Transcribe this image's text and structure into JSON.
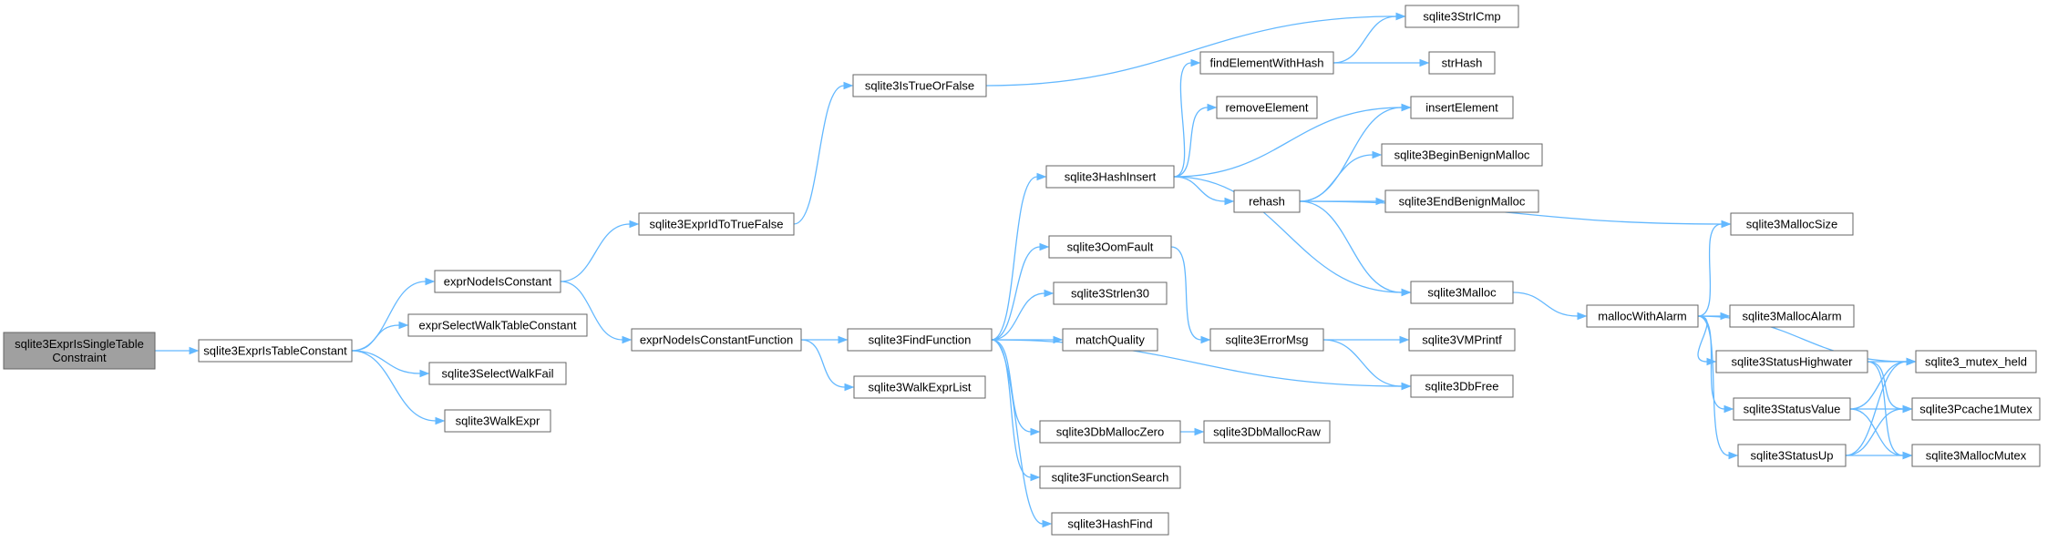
{
  "graph": {
    "root": "sqlite3ExprIsSingleTableConstraint",
    "colors": {
      "edge": "#63b8ff",
      "root_fill": "#a0a0a0",
      "node_border": "#666666"
    },
    "nodes": [
      {
        "id": "n0",
        "lines": [
          "sqlite3ExprIsSingleTable",
          "Constraint"
        ],
        "root": true
      },
      {
        "id": "n1",
        "lines": [
          "sqlite3ExprIsTableConstant"
        ]
      },
      {
        "id": "n2",
        "lines": [
          "exprNodeIsConstant"
        ]
      },
      {
        "id": "n3",
        "lines": [
          "exprSelectWalkTableConstant"
        ]
      },
      {
        "id": "n4",
        "lines": [
          "sqlite3SelectWalkFail"
        ]
      },
      {
        "id": "n5",
        "lines": [
          "sqlite3WalkExpr"
        ]
      },
      {
        "id": "n6",
        "lines": [
          "sqlite3ExprIdToTrueFalse"
        ]
      },
      {
        "id": "n7",
        "lines": [
          "exprNodeIsConstantFunction"
        ]
      },
      {
        "id": "n8",
        "lines": [
          "sqlite3IsTrueOrFalse"
        ]
      },
      {
        "id": "n9",
        "lines": [
          "sqlite3FindFunction"
        ]
      },
      {
        "id": "n10",
        "lines": [
          "sqlite3WalkExprList"
        ]
      },
      {
        "id": "n11",
        "lines": [
          "sqlite3StrICmp"
        ]
      },
      {
        "id": "n12",
        "lines": [
          "sqlite3HashInsert"
        ]
      },
      {
        "id": "n13",
        "lines": [
          "sqlite3OomFault"
        ]
      },
      {
        "id": "n14",
        "lines": [
          "sqlite3Strlen30"
        ]
      },
      {
        "id": "n15",
        "lines": [
          "matchQuality"
        ]
      },
      {
        "id": "n16",
        "lines": [
          "sqlite3DbFree"
        ]
      },
      {
        "id": "n17",
        "lines": [
          "sqlite3DbMallocZero"
        ]
      },
      {
        "id": "n18",
        "lines": [
          "sqlite3FunctionSearch"
        ]
      },
      {
        "id": "n19",
        "lines": [
          "sqlite3HashFind"
        ]
      },
      {
        "id": "n20",
        "lines": [
          "findElementWithHash"
        ]
      },
      {
        "id": "n21",
        "lines": [
          "removeElement"
        ]
      },
      {
        "id": "n22",
        "lines": [
          "insertElement"
        ]
      },
      {
        "id": "n23",
        "lines": [
          "rehash"
        ]
      },
      {
        "id": "n24",
        "lines": [
          "sqlite3Malloc"
        ]
      },
      {
        "id": "n25",
        "lines": [
          "strHash"
        ]
      },
      {
        "id": "n26",
        "lines": [
          "sqlite3BeginBenignMalloc"
        ]
      },
      {
        "id": "n27",
        "lines": [
          "sqlite3EndBenignMalloc"
        ]
      },
      {
        "id": "n28",
        "lines": [
          "sqlite3MallocSize"
        ]
      },
      {
        "id": "n29",
        "lines": [
          "sqlite3ErrorMsg"
        ]
      },
      {
        "id": "n30",
        "lines": [
          "sqlite3VMPrintf"
        ]
      },
      {
        "id": "n31",
        "lines": [
          "sqlite3DbMallocRaw"
        ]
      },
      {
        "id": "n32",
        "lines": [
          "mallocWithAlarm"
        ]
      },
      {
        "id": "n33",
        "lines": [
          "sqlite3MallocAlarm"
        ]
      },
      {
        "id": "n34",
        "lines": [
          "sqlite3StatusHighwater"
        ]
      },
      {
        "id": "n35",
        "lines": [
          "sqlite3StatusValue"
        ]
      },
      {
        "id": "n36",
        "lines": [
          "sqlite3StatusUp"
        ]
      },
      {
        "id": "n37",
        "lines": [
          "sqlite3_mutex_held"
        ]
      },
      {
        "id": "n38",
        "lines": [
          "sqlite3Pcache1Mutex"
        ]
      },
      {
        "id": "n39",
        "lines": [
          "sqlite3MallocMutex"
        ]
      }
    ],
    "edges": [
      [
        "n0",
        "n1"
      ],
      [
        "n1",
        "n2"
      ],
      [
        "n1",
        "n3"
      ],
      [
        "n1",
        "n4"
      ],
      [
        "n1",
        "n5"
      ],
      [
        "n2",
        "n6"
      ],
      [
        "n2",
        "n7"
      ],
      [
        "n6",
        "n8"
      ],
      [
        "n8",
        "n11"
      ],
      [
        "n7",
        "n9"
      ],
      [
        "n7",
        "n10"
      ],
      [
        "n9",
        "n12"
      ],
      [
        "n9",
        "n13"
      ],
      [
        "n9",
        "n14"
      ],
      [
        "n9",
        "n15"
      ],
      [
        "n9",
        "n16"
      ],
      [
        "n9",
        "n17"
      ],
      [
        "n9",
        "n18"
      ],
      [
        "n9",
        "n19"
      ],
      [
        "n12",
        "n20"
      ],
      [
        "n12",
        "n21"
      ],
      [
        "n12",
        "n22"
      ],
      [
        "n12",
        "n23"
      ],
      [
        "n12",
        "n24"
      ],
      [
        "n20",
        "n11"
      ],
      [
        "n20",
        "n25"
      ],
      [
        "n23",
        "n26"
      ],
      [
        "n23",
        "n27"
      ],
      [
        "n23",
        "n28"
      ],
      [
        "n23",
        "n24"
      ],
      [
        "n23",
        "n22"
      ],
      [
        "n13",
        "n29"
      ],
      [
        "n29",
        "n30"
      ],
      [
        "n29",
        "n16"
      ],
      [
        "n17",
        "n31"
      ],
      [
        "n24",
        "n32"
      ],
      [
        "n32",
        "n28"
      ],
      [
        "n32",
        "n33"
      ],
      [
        "n32",
        "n34"
      ],
      [
        "n32",
        "n35"
      ],
      [
        "n32",
        "n36"
      ],
      [
        "n32",
        "n37"
      ],
      [
        "n34",
        "n37"
      ],
      [
        "n34",
        "n38"
      ],
      [
        "n34",
        "n39"
      ],
      [
        "n35",
        "n37"
      ],
      [
        "n35",
        "n38"
      ],
      [
        "n35",
        "n39"
      ],
      [
        "n36",
        "n37"
      ],
      [
        "n36",
        "n38"
      ],
      [
        "n36",
        "n39"
      ]
    ]
  }
}
